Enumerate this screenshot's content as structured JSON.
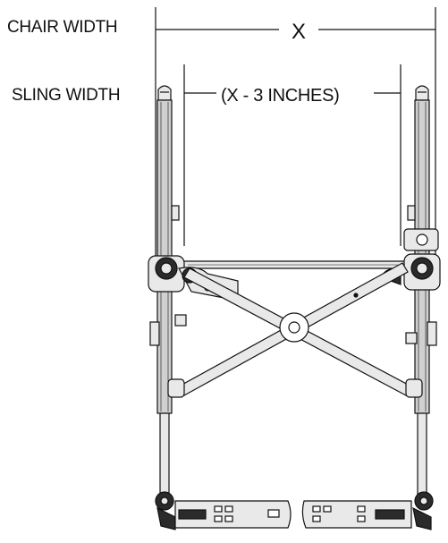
{
  "labels": {
    "chair_width": "CHAIR WIDTH",
    "sling_width": "SLING WIDTH",
    "x": "X",
    "x_minus": "(X - 3 INCHES)"
  },
  "colors": {
    "line": "#111111",
    "tube_fill": "#d0d0d0",
    "part_fill": "#e9e9e9",
    "dark_fill": "#2b2b2b"
  }
}
